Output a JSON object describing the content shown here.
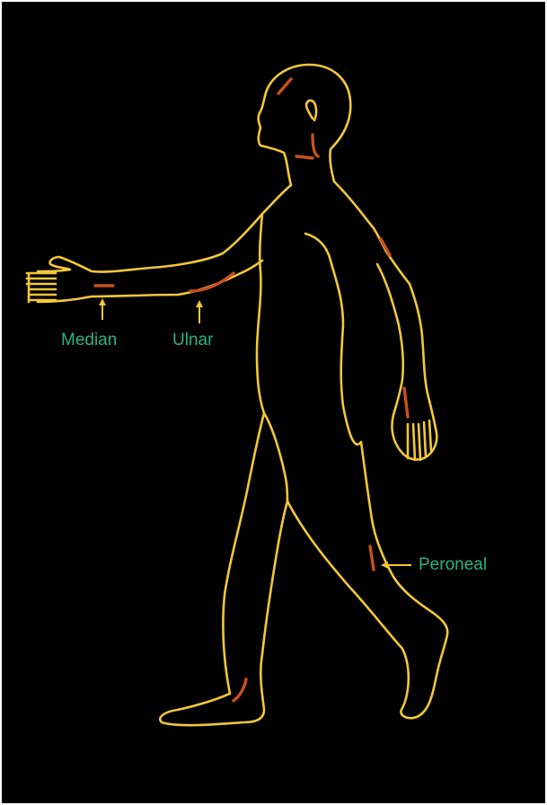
{
  "labels": {
    "median": "Median",
    "ulnar": "Ulnar",
    "peroneal": "Peroneal"
  },
  "colors": {
    "background": "#000000",
    "outline": "#f2c73a",
    "nerve_marks": "#c8501c",
    "label_text": "#2bb37e"
  }
}
